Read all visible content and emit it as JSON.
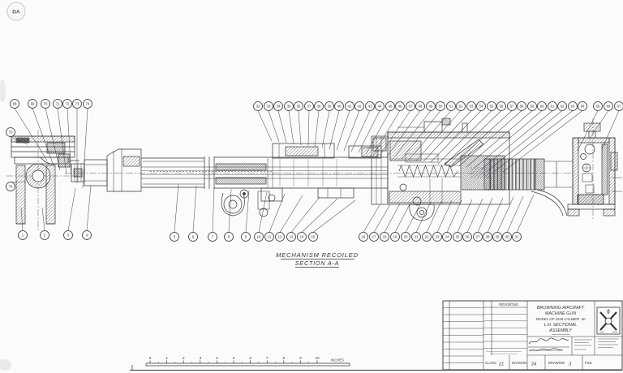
{
  "colors": {
    "paper": "#fbfbfa",
    "ink": "#34343a",
    "faint": "#8c8c94",
    "watermark": "#c7c9d2"
  },
  "labels": {
    "section_title_line1": "MECHANISM RECOILED",
    "section_title_line2": "SECTION A-A"
  },
  "ruler": {
    "ticks": [
      "0",
      "1",
      "2",
      "3",
      "4",
      "5",
      "6",
      "7",
      "8",
      "9",
      "10"
    ],
    "unit": "INCHES"
  },
  "title_block": {
    "revisions_header": "REVISIONS",
    "title_lines": [
      "BROWNING AIRCRAFT",
      "MACHINE GUN",
      "MODEL OF 1918 CALIBER .30",
      "L.H. SECTIONAL",
      "ASSEMBLY"
    ],
    "insignia": "crossed-cannons-ordnance-insignia",
    "fields": [
      {
        "label": "CLASS",
        "value": "21"
      },
      {
        "label": "DIVISION",
        "value": "24"
      },
      {
        "label": "DRAWING",
        "value": "3"
      },
      {
        "label": "FILE",
        "value": ""
      }
    ]
  },
  "balloons": [
    [
      18,
      128,
      "68",
      58,
      198
    ],
    [
      40,
      128,
      "69",
      66,
      204
    ],
    [
      56,
      128,
      "70",
      74,
      210
    ],
    [
      71,
      128,
      "71",
      82,
      215
    ],
    [
      83,
      128,
      "72",
      88,
      220
    ],
    [
      95,
      128,
      "73",
      95,
      226
    ],
    [
      108,
      128,
      "74",
      102,
      232
    ],
    [
      13,
      163,
      "75",
      34,
      178
    ],
    [
      13,
      230,
      "76",
      32,
      224
    ],
    [
      318,
      131,
      "32",
      335,
      174
    ],
    [
      331,
      131,
      "33",
      344,
      175
    ],
    [
      343,
      131,
      "34",
      353,
      176
    ],
    [
      356,
      131,
      "35",
      362,
      178
    ],
    [
      368,
      131,
      "36",
      371,
      179
    ],
    [
      381,
      131,
      "37",
      380,
      180
    ],
    [
      393,
      131,
      "38",
      388,
      181
    ],
    [
      406,
      131,
      "39",
      397,
      182
    ],
    [
      418,
      131,
      "40",
      406,
      184
    ],
    [
      431,
      131,
      "41",
      415,
      185
    ],
    [
      443,
      131,
      "42",
      424,
      186
    ],
    [
      456,
      131,
      "43",
      433,
      187
    ],
    [
      468,
      131,
      "44",
      442,
      188
    ],
    [
      481,
      131,
      "45",
      451,
      190
    ],
    [
      493,
      131,
      "46",
      460,
      191
    ],
    [
      506,
      131,
      "47",
      468,
      192
    ],
    [
      518,
      131,
      "48",
      477,
      193
    ],
    [
      531,
      131,
      "49",
      486,
      194
    ],
    [
      543,
      131,
      "50",
      495,
      196
    ],
    [
      556,
      131,
      "51",
      504,
      197
    ],
    [
      568,
      131,
      "52",
      513,
      198
    ],
    [
      581,
      131,
      "53",
      522,
      199
    ],
    [
      593,
      131,
      "54",
      531,
      200
    ],
    [
      606,
      131,
      "55",
      540,
      202
    ],
    [
      618,
      131,
      "56",
      548,
      203
    ],
    [
      631,
      131,
      "57",
      557,
      204
    ],
    [
      643,
      131,
      "58",
      566,
      205
    ],
    [
      656,
      131,
      "59",
      575,
      206
    ],
    [
      668,
      131,
      "60",
      584,
      208
    ],
    [
      681,
      131,
      "61",
      593,
      209
    ],
    [
      693,
      131,
      "62",
      602,
      210
    ],
    [
      706,
      131,
      "63",
      610,
      211
    ],
    [
      718,
      131,
      "64",
      620,
      212
    ],
    [
      737,
      131,
      "65",
      712,
      186
    ],
    [
      750,
      131,
      "66",
      726,
      172
    ],
    [
      763,
      131,
      "67",
      742,
      184
    ],
    [
      28,
      290,
      "1",
      26,
      256
    ],
    [
      55,
      290,
      "2",
      52,
      256
    ],
    [
      84,
      290,
      "3",
      93,
      232
    ],
    [
      107,
      290,
      "4",
      112,
      228
    ],
    [
      215,
      292,
      "5",
      220,
      227
    ],
    [
      238,
      292,
      "6",
      242,
      229
    ],
    [
      262,
      292,
      "7",
      264,
      231
    ],
    [
      282,
      292,
      "8",
      285,
      233
    ],
    [
      303,
      292,
      "9",
      307,
      235
    ],
    [
      319,
      292,
      "10",
      329,
      237
    ],
    [
      332,
      292,
      "11",
      351,
      239
    ],
    [
      345,
      292,
      "12",
      373,
      241
    ],
    [
      359,
      292,
      "13",
      394,
      243
    ],
    [
      372,
      292,
      "14",
      416,
      245
    ],
    [
      386,
      292,
      "15",
      438,
      247
    ],
    [
      448,
      292,
      "16",
      468,
      253
    ],
    [
      461,
      292,
      "17",
      481,
      252
    ],
    [
      474,
      292,
      "18",
      493,
      251
    ],
    [
      487,
      292,
      "19",
      506,
      250
    ],
    [
      500,
      292,
      "20",
      519,
      250
    ],
    [
      513,
      292,
      "21",
      531,
      249
    ],
    [
      526,
      292,
      "22",
      544,
      248
    ],
    [
      539,
      292,
      "23",
      557,
      247
    ],
    [
      551,
      292,
      "24",
      569,
      247
    ],
    [
      564,
      292,
      "25",
      582,
      246
    ],
    [
      576,
      292,
      "26",
      595,
      245
    ],
    [
      589,
      292,
      "27",
      607,
      244
    ],
    [
      601,
      292,
      "28",
      620,
      244
    ],
    [
      613,
      292,
      "29",
      633,
      243
    ],
    [
      625,
      292,
      "30",
      645,
      242
    ],
    [
      637,
      292,
      "31",
      658,
      240
    ]
  ]
}
